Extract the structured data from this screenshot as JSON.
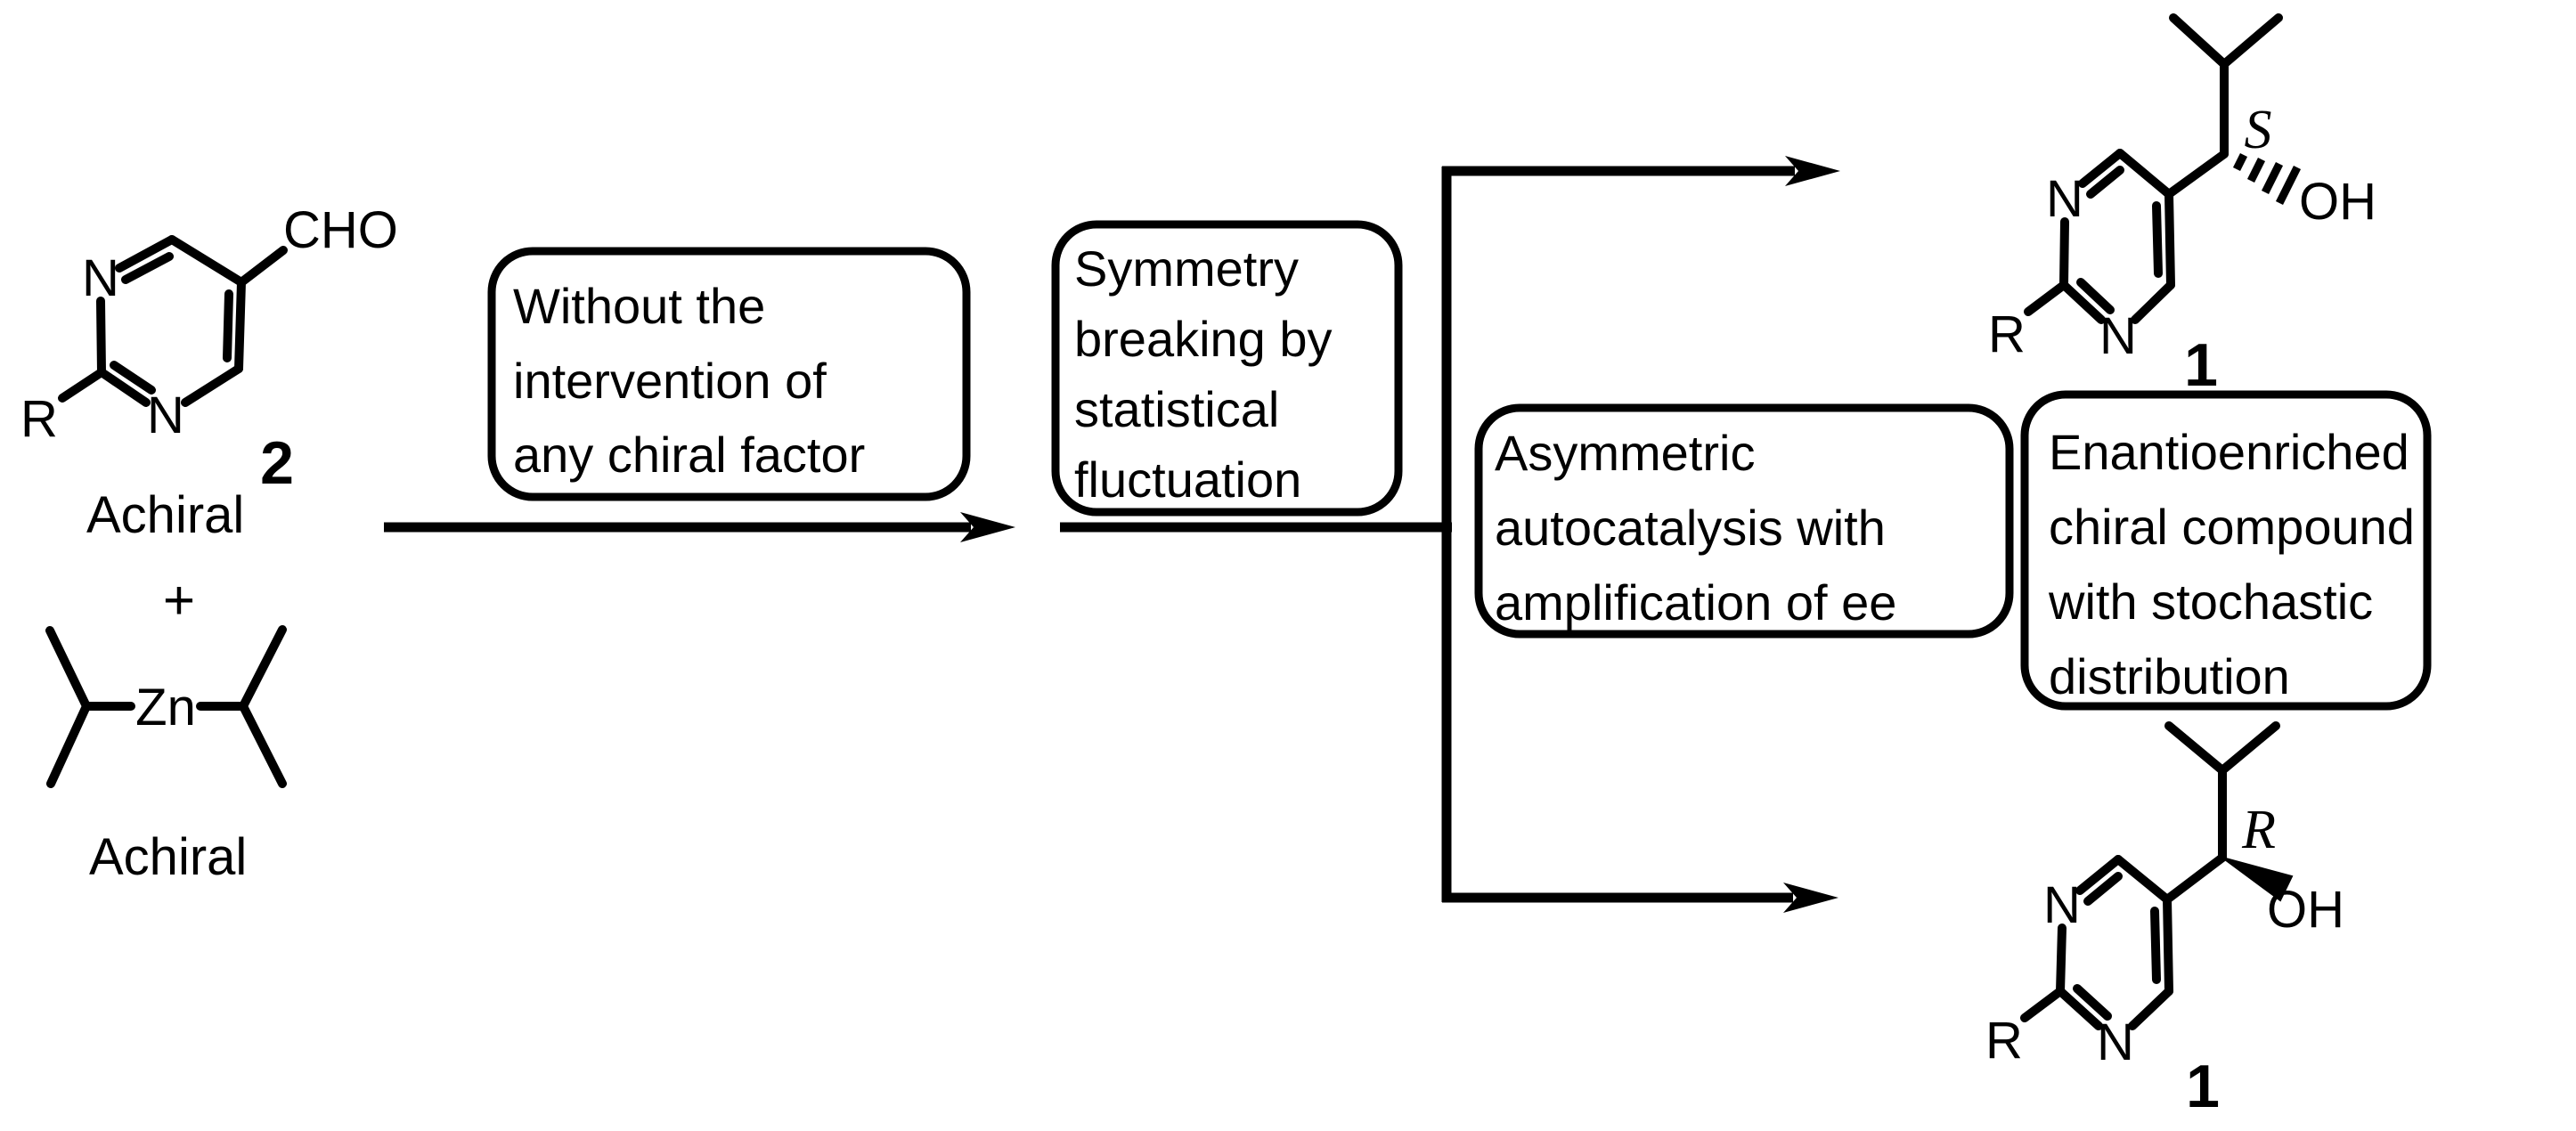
{
  "colors": {
    "ink": "#000000",
    "background": "#ffffff"
  },
  "reactants": {
    "aldehyde": {
      "ring_n1": "N",
      "ring_n3": "N",
      "r_group": "R",
      "formyl_group": "CHO",
      "compound_number": "2",
      "chirality_note": "Achiral"
    },
    "plus_sign": "+",
    "zinc_reagent": {
      "metal_symbol": "Zn",
      "chirality_note": "Achiral"
    }
  },
  "scheme": {
    "condition_box": {
      "lines": [
        "Without the",
        "intervention of",
        "any chiral factor"
      ]
    },
    "symmetry_box": {
      "lines": [
        "Symmetry",
        "breaking by",
        "statistical",
        "fluctuation"
      ]
    },
    "autocatalysis_box": {
      "lines": [
        "Asymmetric",
        "autocatalysis with",
        "amplification of ee"
      ]
    },
    "outcome_box": {
      "lines": [
        "Enantioenriched",
        "chiral compound",
        "with stochastic",
        "distribution"
      ]
    }
  },
  "products": {
    "s_alcohol": {
      "stereo_label": "S",
      "hydroxyl": "OH",
      "ring_n1": "N",
      "ring_n3": "N",
      "r_group": "R",
      "compound_number": "1"
    },
    "r_alcohol": {
      "stereo_label": "R",
      "hydroxyl": "OH",
      "ring_n1": "N",
      "ring_n3": "N",
      "r_group": "R",
      "compound_number": "1"
    }
  }
}
